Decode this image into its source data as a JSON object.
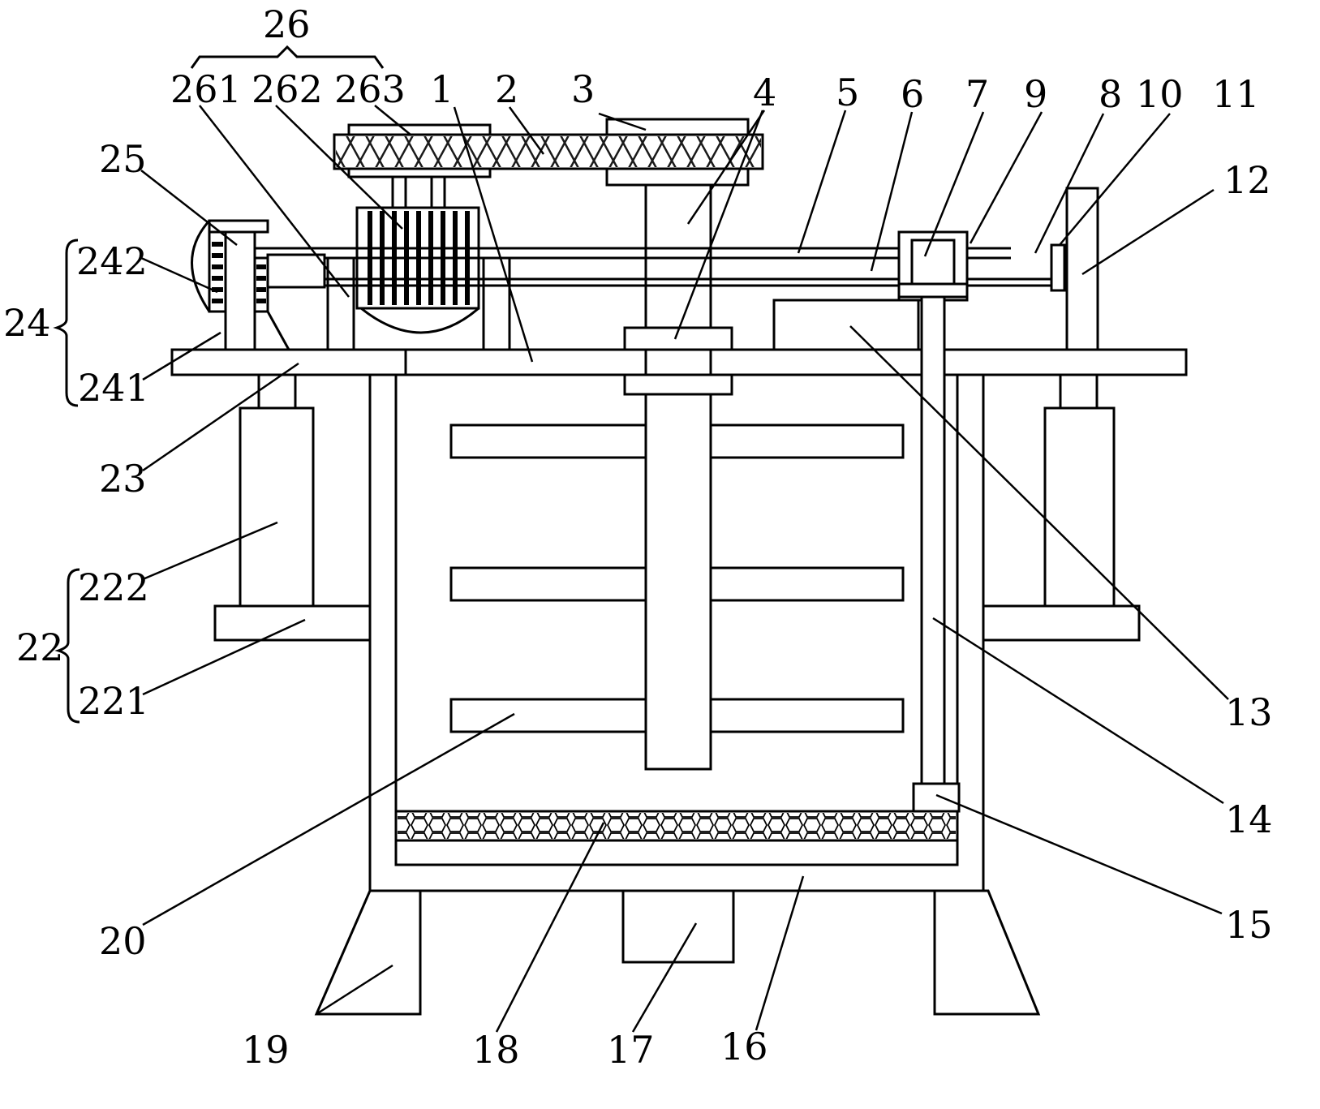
{
  "diagram": {
    "labels": [
      {
        "id": "26",
        "text": "26"
      },
      {
        "id": "261",
        "text": "261"
      },
      {
        "id": "262",
        "text": "262"
      },
      {
        "id": "263",
        "text": "263"
      },
      {
        "id": "1",
        "text": "1"
      },
      {
        "id": "2",
        "text": "2"
      },
      {
        "id": "3",
        "text": "3"
      },
      {
        "id": "4",
        "text": "4"
      },
      {
        "id": "5",
        "text": "5"
      },
      {
        "id": "6",
        "text": "6"
      },
      {
        "id": "7",
        "text": "7"
      },
      {
        "id": "9",
        "text": "9"
      },
      {
        "id": "8",
        "text": "8"
      },
      {
        "id": "10",
        "text": "10"
      },
      {
        "id": "11",
        "text": "11"
      },
      {
        "id": "12",
        "text": "12"
      },
      {
        "id": "25",
        "text": "25"
      },
      {
        "id": "242",
        "text": "242"
      },
      {
        "id": "24",
        "text": "24"
      },
      {
        "id": "241",
        "text": "241"
      },
      {
        "id": "23",
        "text": "23"
      },
      {
        "id": "222",
        "text": "222"
      },
      {
        "id": "22",
        "text": "22"
      },
      {
        "id": "221",
        "text": "221"
      },
      {
        "id": "13",
        "text": "13"
      },
      {
        "id": "14",
        "text": "14"
      },
      {
        "id": "15",
        "text": "15"
      },
      {
        "id": "20",
        "text": "20"
      },
      {
        "id": "19",
        "text": "19"
      },
      {
        "id": "18",
        "text": "18"
      },
      {
        "id": "17",
        "text": "17"
      },
      {
        "id": "16",
        "text": "16"
      }
    ]
  }
}
